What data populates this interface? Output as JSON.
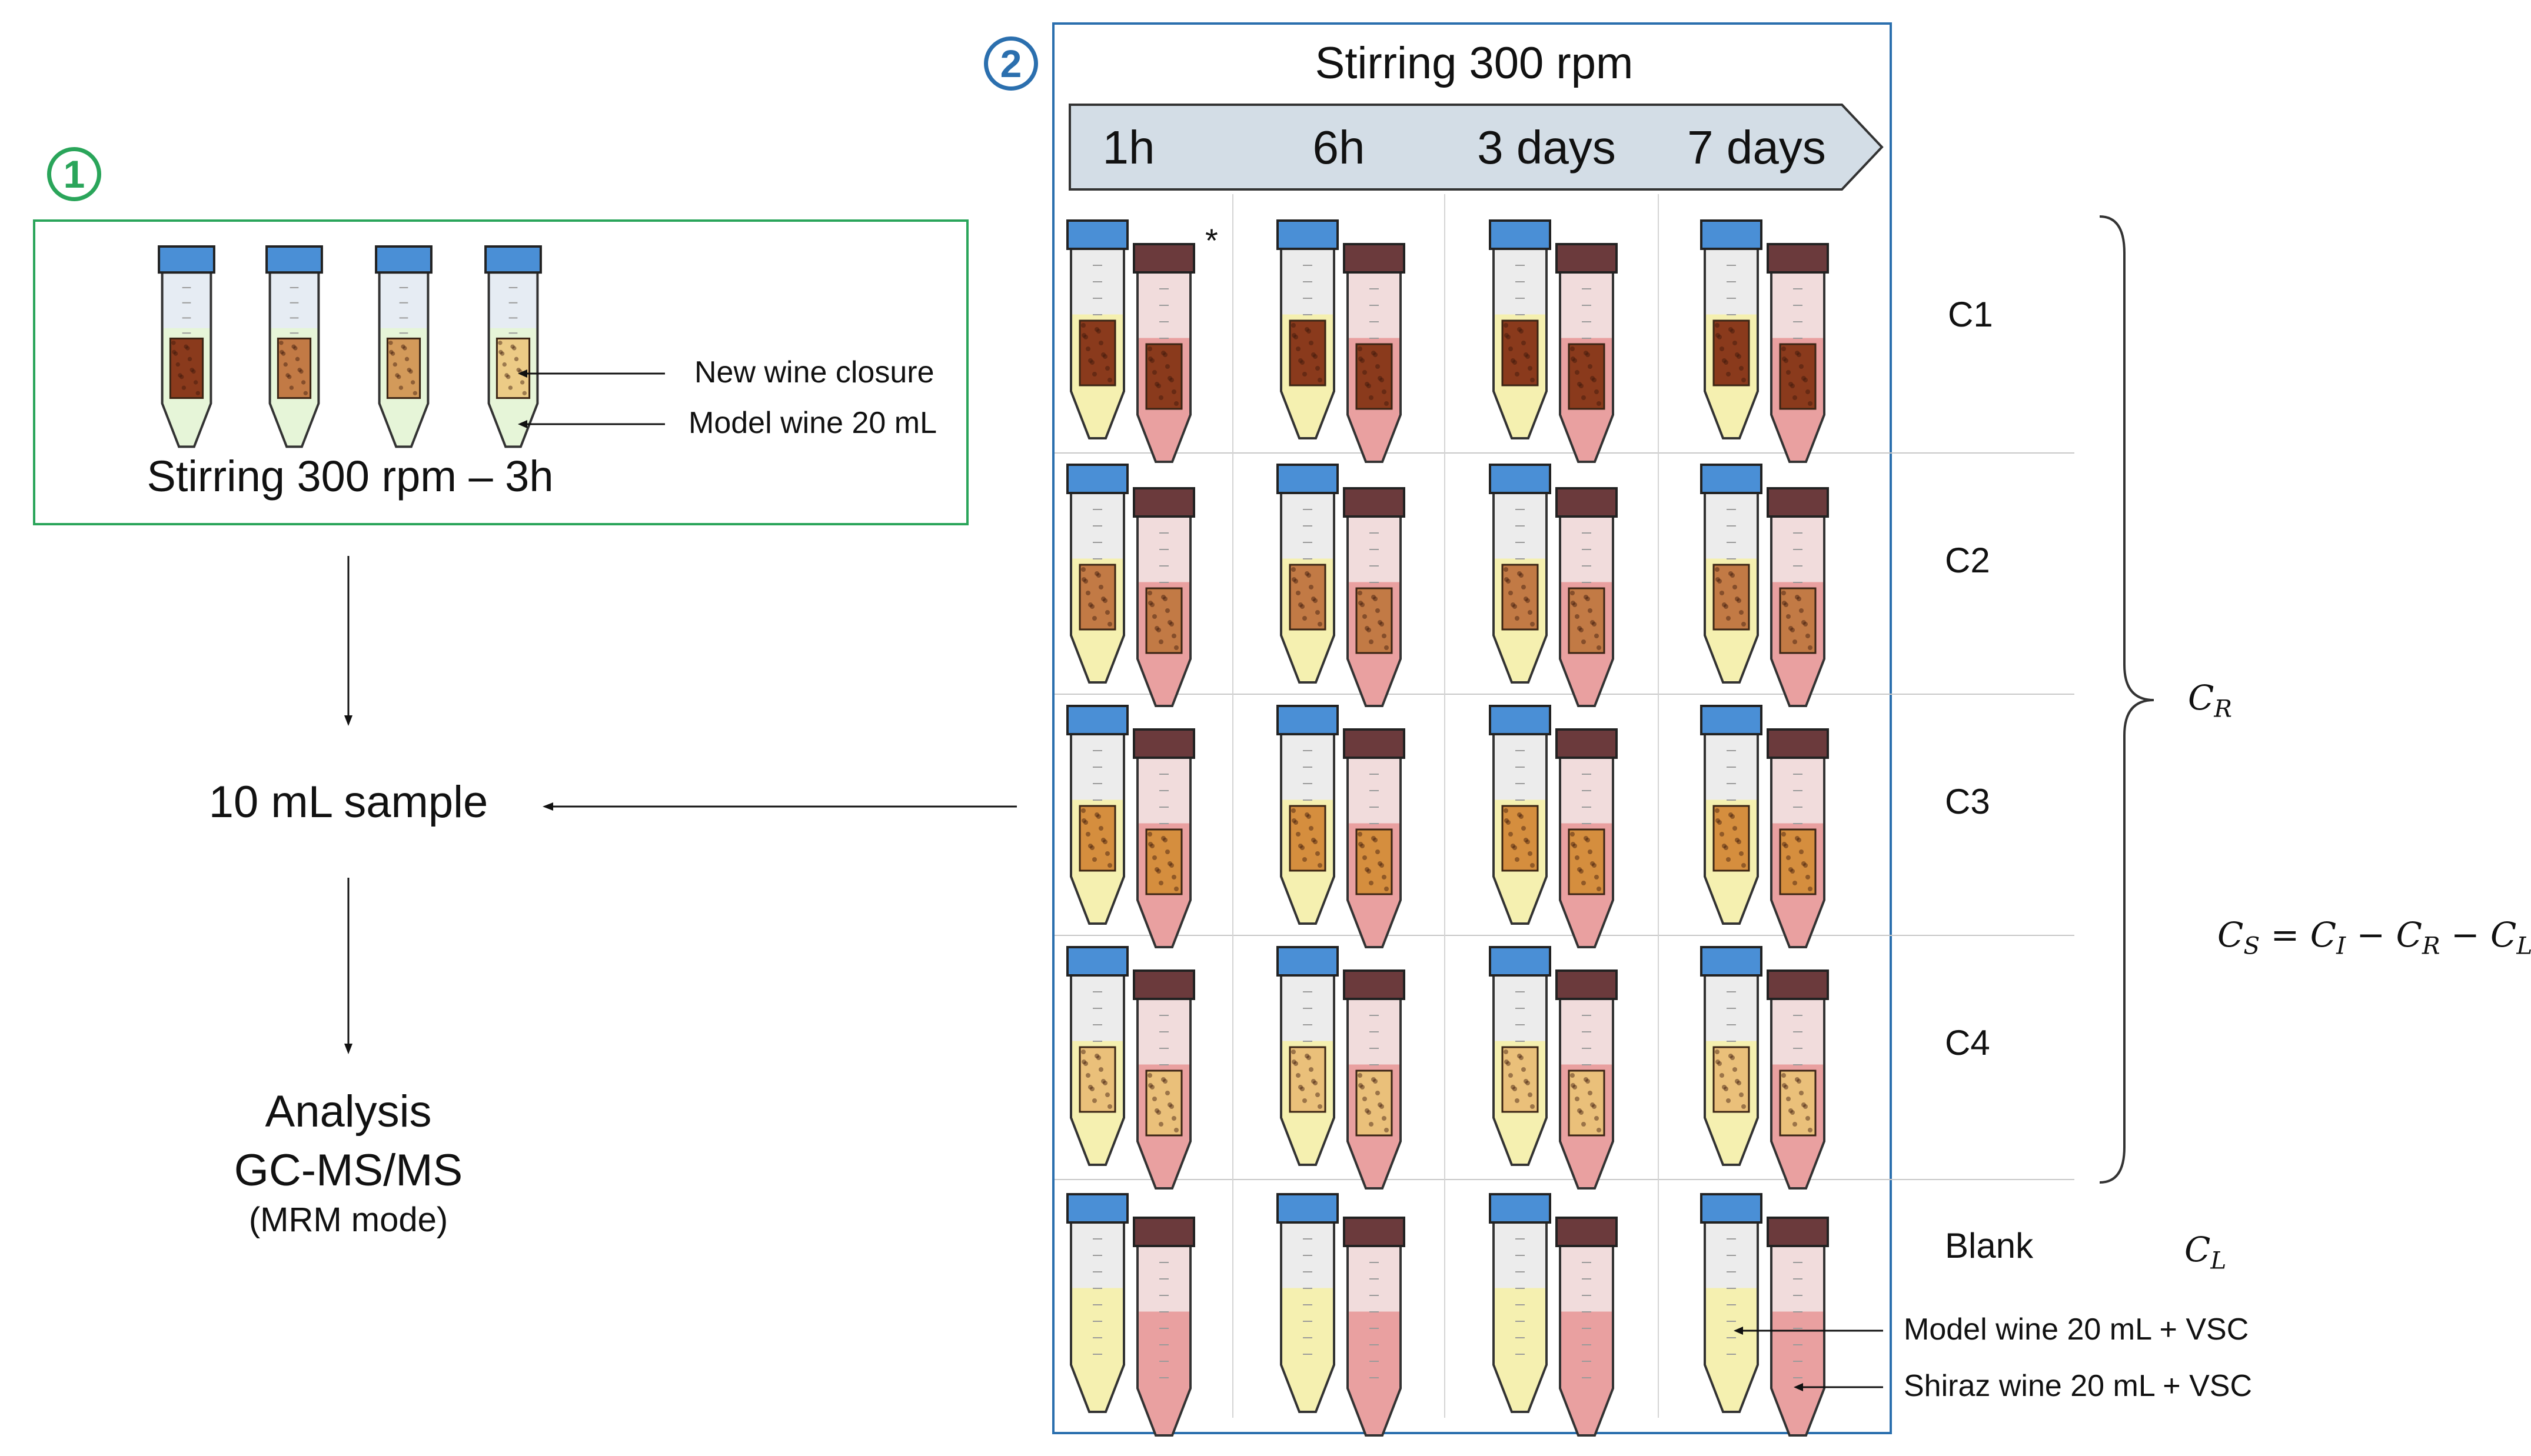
{
  "step1": {
    "badge": "1",
    "caption": "Stirring 300 rpm – 3h",
    "annotation_closure": "New wine closure",
    "annotation_model_wine": "Model wine 20 mL",
    "closure_colors": [
      "#8a3a1c",
      "#c27a45",
      "#d39a5a",
      "#eccb86"
    ]
  },
  "flow": {
    "sample": "10 mL sample",
    "analysis": "Analysis",
    "method": "GC-MS/MS",
    "mode": "(MRM mode)"
  },
  "step2": {
    "badge": "2",
    "title": "Stirring 300 rpm",
    "times": [
      "1h",
      "6h",
      "3 days",
      "7 days"
    ],
    "asterisk": "*",
    "rows": [
      {
        "label": "C1",
        "closure_color": "#8a3a1c"
      },
      {
        "label": "C2",
        "closure_color": "#c27a45"
      },
      {
        "label": "C3",
        "closure_color": "#d58e3e"
      },
      {
        "label": "C4",
        "closure_color": "#eac07a"
      },
      {
        "label": "Blank",
        "closure_color": ""
      }
    ],
    "annotation_model_vsc": "Model wine 20 mL + VSC",
    "annotation_shiraz_vsc": "Shiraz wine 20 mL + VSC"
  },
  "equations": {
    "cr": "C_R",
    "cl": "C_L",
    "cs": "C_S = C_I − C_R − C_L"
  },
  "colors": {
    "step1_border": "#2aa55a",
    "step2_border": "#2b6fae",
    "time_arrow_fill": "#d3dde6",
    "cap_blue": "#4a8fd6",
    "cap_brown": "#6b3a3c",
    "model_wine": "#f5f0b0",
    "shiraz_wine": "#e9a0a0"
  }
}
